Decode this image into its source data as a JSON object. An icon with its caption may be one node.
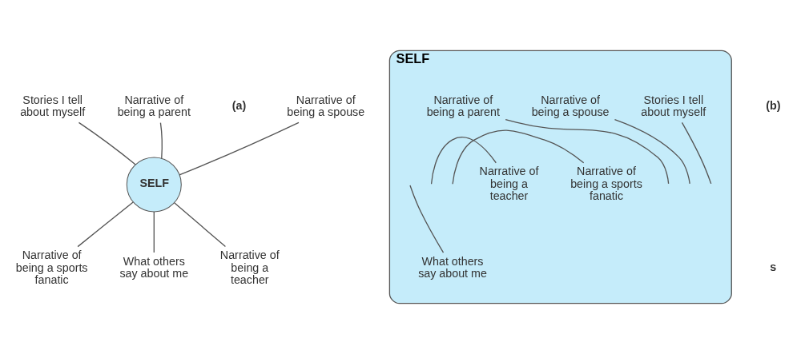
{
  "diagram": {
    "nodes": [
      {
        "text": [
          "Narrative of being a spouse"
        ]
      },
      {
        "text": [
          "Stories I tell about myself"
        ]
      },
      {
        "text": [
          "Narrative of being a parent"
        ]
      },
      {
        "text": [
          "SELF"
        ]
      },
      {
        "text": [
          "Narrative of being a sports fanatic"
        ]
      },
      {
        "text": [
          "What others say about me"
        ]
      },
      {
        "text": [
          "Narrative of being a teacher"
        ]
      },
      {
        "text": [
          "SELF"
        ]
      },
      {
        "text": [
          "Stories I tell about myself"
        ],
        "in": 7
      },
      {
        "text": [
          "Narrative of being a spouse"
        ],
        "in": 7
      },
      {
        "text": [
          "Narrative of being a parent"
        ],
        "in": 7
      },
      {
        "text": [
          "Narrative of being a sports fanatic"
        ],
        "in": 7
      },
      {
        "text": [
          "Narrative of being a teacher"
        ],
        "in": 7
      },
      {
        "text": [
          "What others say about me"
        ],
        "in": 7
      }
    ],
    "edges": [
      {
        "from": 3,
        "to": 0,
        "arrow": "none"
      },
      {
        "from": 3,
        "to": 1,
        "arrow": "none"
      },
      {
        "from": 3,
        "to": 2,
        "arrow": "none"
      },
      {
        "from": 3,
        "to": 4,
        "arrow": "none"
      },
      {
        "from": 3,
        "to": 5,
        "arrow": "none"
      },
      {
        "from": 3,
        "to": 6,
        "arrow": "none"
      },
      {
        "from": 8,
        "to": null,
        "arrow": "none"
      },
      {
        "from": 9,
        "to": null,
        "arrow": "none"
      },
      {
        "from": 10,
        "to": null,
        "arrow": "none"
      },
      {
        "from": 11,
        "to": null,
        "arrow": "none"
      },
      {
        "from": 12,
        "to": null,
        "arrow": "none"
      },
      {
        "from": 13,
        "to": null,
        "arrow": "none"
      }
    ],
    "labels": [
      "(a)",
      "(b)",
      "s"
    ]
  }
}
